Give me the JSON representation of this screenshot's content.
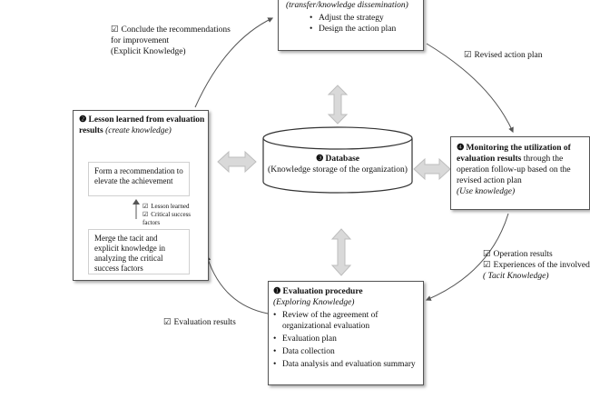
{
  "top_box": {
    "subtitle": "(transfer/knowledge dissemination)",
    "items": [
      "Adjust the strategy",
      "Design the action plan"
    ]
  },
  "conclude_note": {
    "line1": "Conclude the recommendations",
    "line2": "for improvement",
    "line3": "(Explicit Knowledge)"
  },
  "revised_label": "Revised action plan",
  "lesson_box": {
    "number": "❷",
    "title": "Lesson learned from evaluation",
    "title2": "results",
    "subtitle": "(create knowledge)",
    "recommend_text": "Form a recommendation to elevate the achievement",
    "merge_text": "Merge the tacit and explicit knowledge in analyzing the critical success factors",
    "check1": "Lesson learned",
    "check2": "Critical success factors"
  },
  "database": {
    "number": "❸",
    "title": "Database",
    "subtitle": "(Knowledge storage of the organization)"
  },
  "monitor_box": {
    "number": "❹",
    "title1": "Monitoring the utilization of",
    "title2": "evaluation results",
    "rest": "through the operation follow-up based on the revised action plan",
    "subtitle": "(Use knowledge)"
  },
  "right_notes": {
    "line1": "Operation results",
    "line2": "Experiences of the involved peo",
    "line3": "( Tacit Knowledge)"
  },
  "evaluation_box": {
    "number": "❶",
    "title": "Evaluation procedure",
    "subtitle": "(Exploring Knowledge)",
    "items": [
      "Review of the agreement of organizational evaluation",
      "Evaluation plan",
      "Data collection",
      "Data analysis and evaluation summary"
    ]
  },
  "eval_results_label": "Evaluation results",
  "colors": {
    "arrow_fill": "#d9d9d9",
    "arrow_stroke": "#bdbdbd",
    "line": "#555555"
  }
}
